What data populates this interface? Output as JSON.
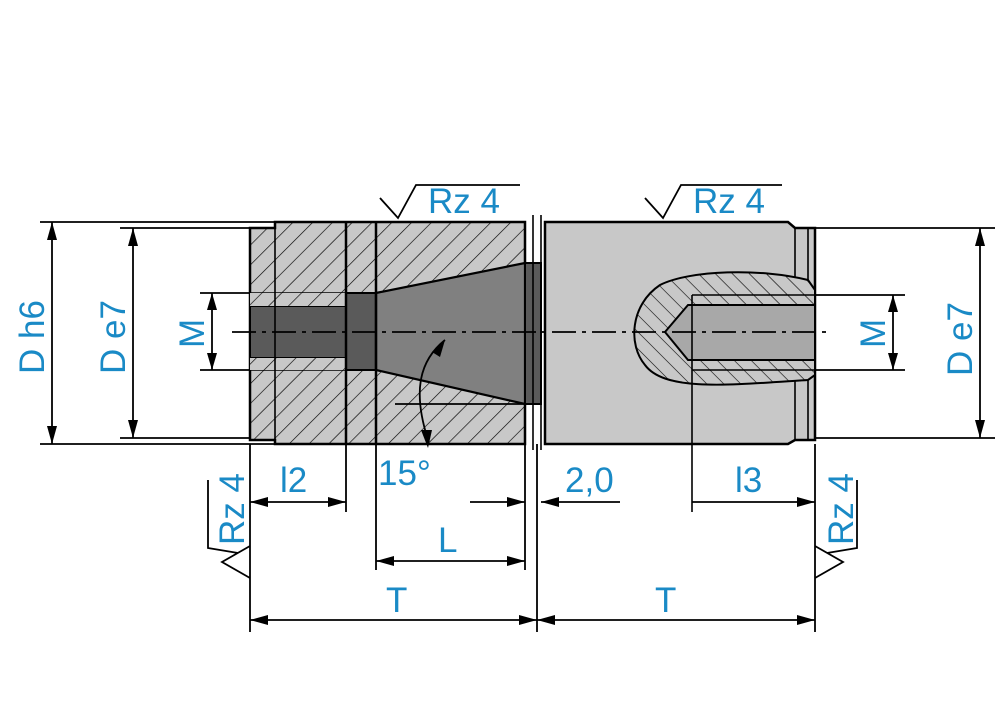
{
  "colors": {
    "label": "#1a8ac6",
    "body_fill": "#c8c8c8",
    "bore_fill": "#808080",
    "dark_fill": "#5a5a5a",
    "line": "#000000"
  },
  "labels": {
    "surface_top_left": "Rz 4",
    "surface_top_right": "Rz 4",
    "surface_left": "Rz 4",
    "surface_right": "Rz 4",
    "dia_outer_left": "D h6",
    "dia_inner_left": "D e7",
    "thread_left": "M",
    "thread_right": "M",
    "dia_right": "D e7",
    "length_l2": "l2",
    "angle": "15°",
    "gap": "2,0",
    "length_l3": "l3",
    "length_L": "L",
    "total_left": "T",
    "total_right": "T"
  }
}
